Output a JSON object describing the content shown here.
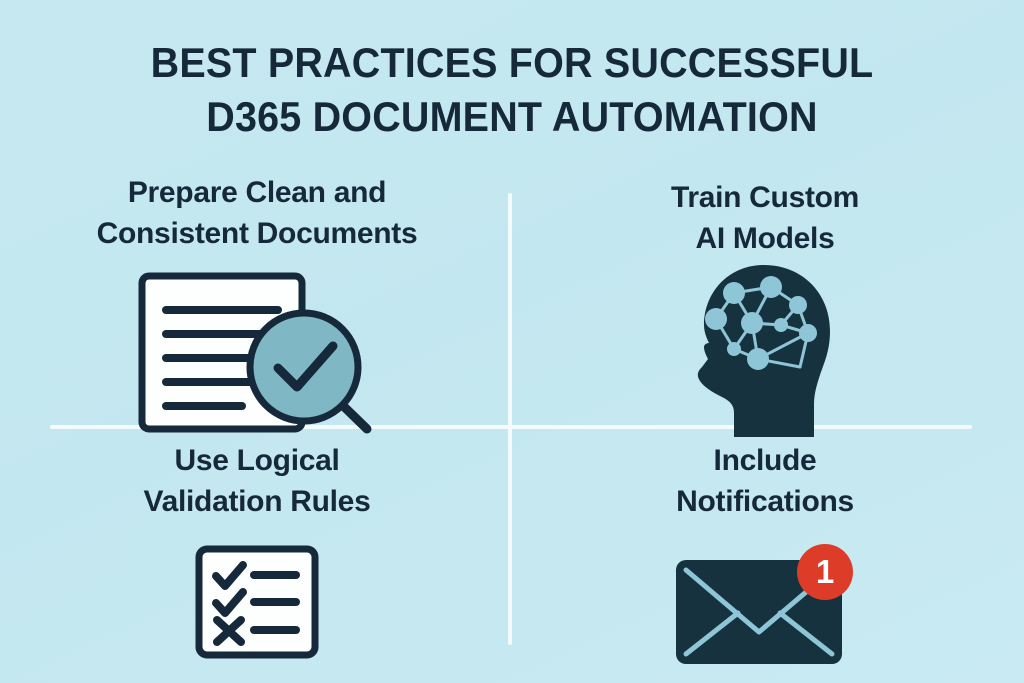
{
  "poster": {
    "background_color": "#c5e8f1",
    "text_color": "#16293a",
    "divider_color": "#f4fbfd",
    "accent_teal": "#7fb8c4",
    "accent_light_blue": "#8ec6d8",
    "badge_color": "#dd3d28",
    "paper_color": "#fdfefe"
  },
  "title": {
    "line1": "BEST PRACTICES FOR SUCCESSFUL",
    "line2": "D365 DOCUMENT AUTOMATION"
  },
  "quadrants": [
    {
      "id": "top-left",
      "heading_line1": "Prepare Clean and",
      "heading_line2": "Consistent Documents",
      "icon_name": "document-with-magnifier-check-icon"
    },
    {
      "id": "top-right",
      "heading_line1": "Train Custom",
      "heading_line2": "AI Models",
      "icon_name": "head-neural-network-icon"
    },
    {
      "id": "bottom-left",
      "heading_line1": "Use Logical",
      "heading_line2": "Validation Rules",
      "icon_name": "checklist-validation-icon"
    },
    {
      "id": "bottom-right",
      "heading_line1": "Include",
      "heading_line2": "Notifications",
      "icon_name": "envelope-notification-icon",
      "badge_count": "1"
    }
  ]
}
